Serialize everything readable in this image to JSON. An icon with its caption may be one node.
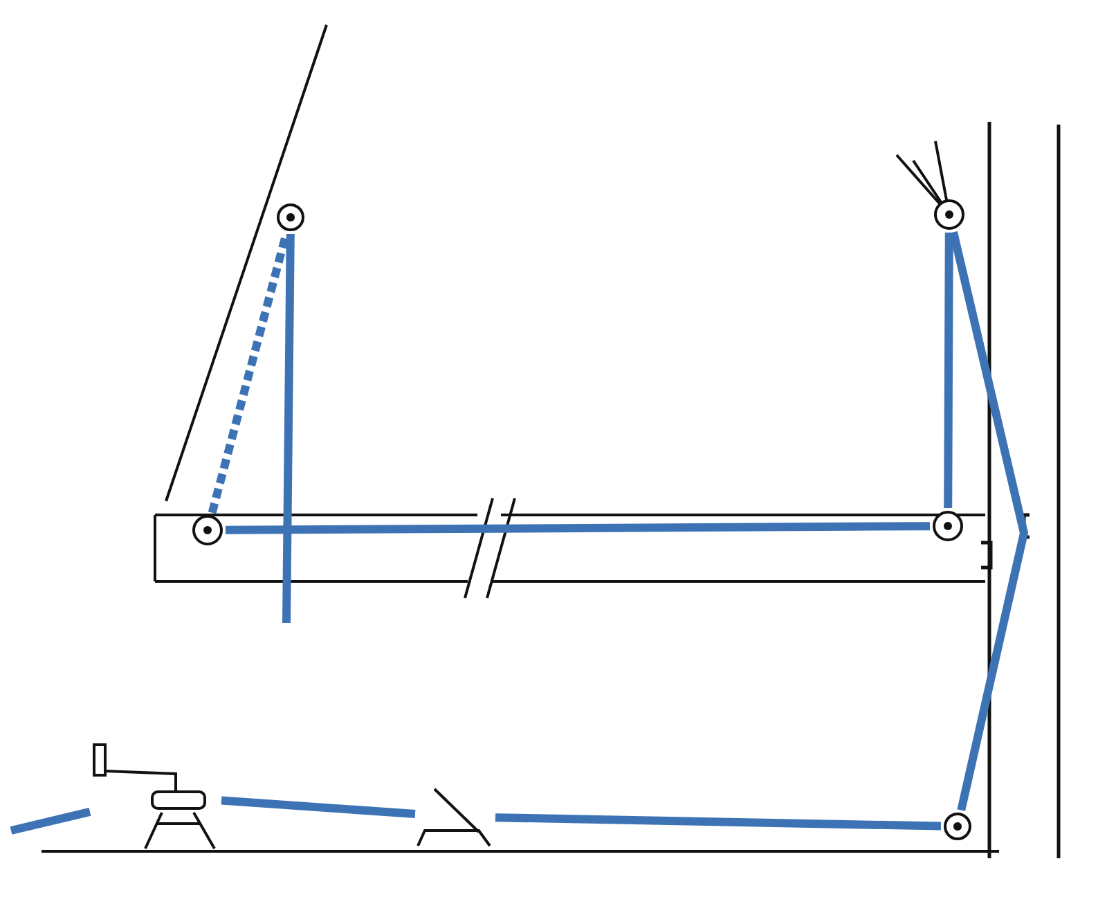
{
  "diagram": {
    "nodes": [
      {
        "text": [],
        "shape": "circle"
      },
      {
        "text": [],
        "shape": "circle"
      },
      {
        "text": [],
        "shape": "circle"
      },
      {
        "text": [],
        "shape": "circle"
      },
      {
        "text": [],
        "shape": "circle"
      },
      {
        "text": [],
        "shape": "winch"
      },
      {
        "text": [],
        "shape": "cleat"
      }
    ],
    "edges": [
      {
        "from": null,
        "to": 5,
        "arrow": "none"
      },
      {
        "from": 5,
        "to": 6,
        "arrow": "none"
      },
      {
        "from": 6,
        "to": 4,
        "arrow": "none"
      },
      {
        "from": 4,
        "to": 3,
        "arrow": "none"
      },
      {
        "from": 3,
        "to": 2,
        "arrow": "none"
      },
      {
        "from": 2,
        "to": 1,
        "arrow": "none"
      },
      {
        "from": 1,
        "to": 0,
        "arrow": "none",
        "style": "dashed"
      },
      {
        "from": 0,
        "to": null,
        "arrow": "none"
      }
    ]
  }
}
